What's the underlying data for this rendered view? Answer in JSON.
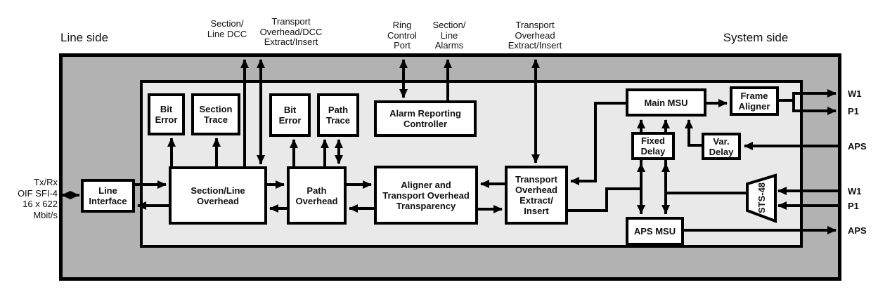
{
  "side_labels": {
    "left": "Line side",
    "right": "System side"
  },
  "external_left": {
    "text": "Tx/Rx\nOIF SFI-4\n16 x 622\nMbit/s"
  },
  "top_labels": {
    "section_line_dcc": "Section/\nLine DCC",
    "transport_overhead_dcc": "Transport\nOverhead/DCC\nExtract/Insert",
    "ring_control_port": "Ring\nControl\nPort",
    "section_line_alarms": "Section/\nLine\nAlarms",
    "transport_overhead_ei": "Transport\nOverhead\nExtract/Insert"
  },
  "blocks": {
    "line_interface": "Line\nInterface",
    "bit_error_1": "Bit\nError",
    "section_trace": "Section\nTrace",
    "section_line_overhead": "Section/Line\nOverhead",
    "bit_error_2": "Bit\nError",
    "path_trace": "Path\nTrace",
    "path_overhead": "Path\nOverhead",
    "alarm_reporting_controller": "Alarm Reporting\nController",
    "aligner_transparency": "Aligner and\nTransport Overhead\nTransparency",
    "transport_overhead_extract_insert": "Transport\nOverhead\nExtract/\nInsert",
    "main_msu": "Main MSU",
    "frame_aligner": "Frame\nAligner",
    "fixed_delay": "Fixed\nDelay",
    "var_delay": "Var.\nDelay",
    "aps_msu": "APS MSU",
    "sts48_mux": "STS-48"
  },
  "right_labels": {
    "w1_top": "W1",
    "p1_top": "P1",
    "aps_top": "APS",
    "w1_bottom": "W1",
    "p1_bottom": "P1",
    "aps_bottom": "APS"
  },
  "colors": {
    "outer_fill": "#b2b2b2",
    "inner_fill": "#e9e9e9",
    "block_fill": "#ffffff",
    "line_color": "#000000",
    "background": "#ffffff"
  }
}
